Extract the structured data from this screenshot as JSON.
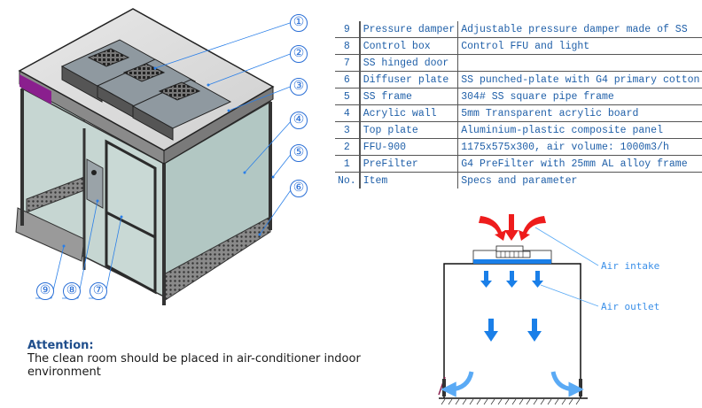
{
  "iso_diagram": {
    "callouts": [
      "①",
      "②",
      "③",
      "④",
      "⑤",
      "⑥",
      "⑦",
      "⑧",
      "⑨"
    ]
  },
  "spec_table": {
    "rows": [
      {
        "no": "9",
        "item": "Pressure damper",
        "spec": "Adjustable pressure damper made of SS"
      },
      {
        "no": "8",
        "item": "Control box",
        "spec": "Control FFU and light"
      },
      {
        "no": "7",
        "item": "SS hinged door",
        "spec": ""
      },
      {
        "no": "6",
        "item": "Diffuser plate",
        "spec": "SS punched-plate with G4 primary cotton"
      },
      {
        "no": "5",
        "item": "SS frame",
        "spec": "304# SS square pipe frame"
      },
      {
        "no": "4",
        "item": "Acrylic wall",
        "spec": "5mm Transparent acrylic board"
      },
      {
        "no": "3",
        "item": "Top plate",
        "spec": "Aluminium-plastic composite panel"
      },
      {
        "no": "2",
        "item": "FFU-900",
        "spec": "1175x575x300, air volume: 1000m3/h"
      },
      {
        "no": "1",
        "item": "PreFilter",
        "spec": "G4 PreFilter with 25mm AL alloy frame"
      }
    ],
    "header": {
      "no": "No.",
      "item": "Item",
      "spec": "Specs and parameter"
    }
  },
  "attention": {
    "title": "Attention:",
    "body": "The clean room should be placed in air-conditioner indoor environment"
  },
  "airflow": {
    "labels": {
      "intake": "Air intake",
      "outlet": "Air outlet"
    },
    "colors": {
      "intake_arrows": "#ee1c1c",
      "outlet_arrows": "#1a7fe8",
      "return_arrows": "#5aaaf5",
      "leader": "#5aaaf5"
    }
  }
}
